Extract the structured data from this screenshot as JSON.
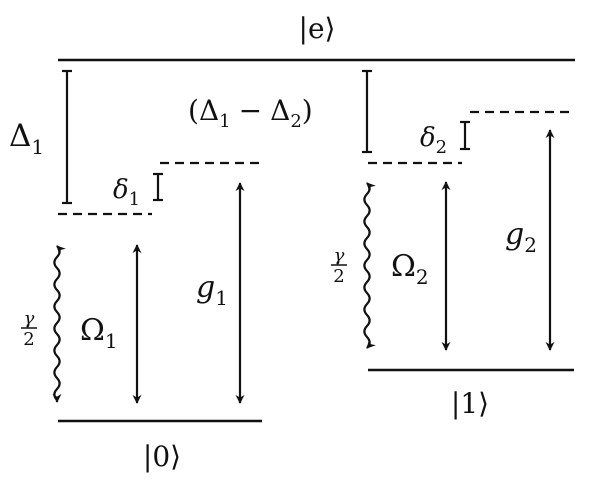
{
  "diagram": {
    "levels": {
      "excited": "|e⟩",
      "ground0": "|0⟩",
      "ground1": "|1⟩"
    },
    "detunings": {
      "delta_big_1": {
        "symbol": "Δ",
        "sub": "1"
      },
      "delta_diff": {
        "open": "(",
        "a": "Δ",
        "a_sub": "1",
        "minus": "−",
        "b": "Δ",
        "b_sub": "2",
        "close": ")"
      },
      "delta_small_1": {
        "symbol": "δ",
        "sub": "1"
      },
      "delta_small_2": {
        "symbol": "δ",
        "sub": "2"
      }
    },
    "couplings": {
      "omega_1": {
        "symbol": "Ω",
        "sub": "1"
      },
      "omega_2": {
        "symbol": "Ω",
        "sub": "2"
      },
      "g_1": {
        "symbol": "g",
        "sub": "1"
      },
      "g_2": {
        "symbol": "g",
        "sub": "2"
      }
    },
    "decay": {
      "left": {
        "num": "γ",
        "den": "2"
      },
      "right": {
        "num": "γ",
        "den": "2"
      }
    },
    "line_color": "#111111"
  }
}
